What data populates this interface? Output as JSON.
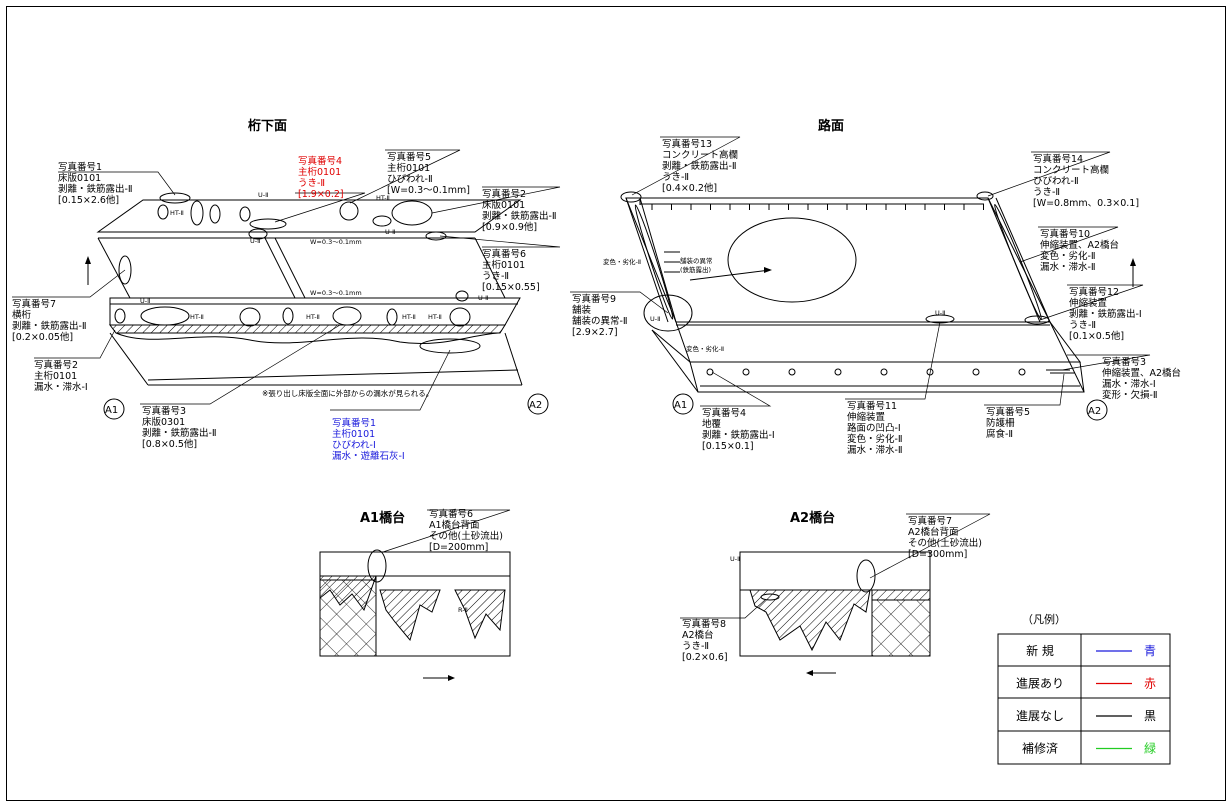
{
  "sections": {
    "under_deck": "桁下面",
    "road_surface": "路面",
    "a1_abutment": "A1橋台",
    "a2_abutment": "A2橋台"
  },
  "markers": {
    "a1": "A1",
    "a2": "A2"
  },
  "under_deck_callouts": [
    {
      "id": "p1",
      "lines": [
        "写真番号1",
        "床版0101",
        "剥離・鉄筋露出-Ⅱ",
        "[0.15×2.6他]"
      ],
      "color": "black"
    },
    {
      "id": "p4",
      "lines": [
        "写真番号4",
        "主桁0101",
        "うき-Ⅱ",
        "[1.9×0.2]"
      ],
      "color": "red"
    },
    {
      "id": "p5",
      "lines": [
        "写真番号5",
        "主桁0101",
        "ひびわれ-Ⅱ",
        "[W=0.3～0.1mm]"
      ],
      "color": "black"
    },
    {
      "id": "p2",
      "lines": [
        "写真番号2",
        "床版0101",
        "剥離・鉄筋露出-Ⅱ",
        "[0.9×0.9他]"
      ],
      "color": "black"
    },
    {
      "id": "p6",
      "lines": [
        "写真番号6",
        "主桁0101",
        "うき-Ⅱ",
        "[0.15×0.55]"
      ],
      "color": "black"
    },
    {
      "id": "p7",
      "lines": [
        "写真番号7",
        "横桁",
        "剥離・鉄筋露出-Ⅱ",
        "[0.2×0.05他]"
      ],
      "color": "black"
    },
    {
      "id": "p2b",
      "lines": [
        "写真番号2",
        "主桁0101",
        "漏水・滞水-Ⅰ"
      ],
      "color": "black"
    },
    {
      "id": "p3",
      "lines": [
        "写真番号3",
        "床版0301",
        "剥離・鉄筋露出-Ⅱ",
        "[0.8×0.5他]"
      ],
      "color": "black"
    },
    {
      "id": "p1b",
      "lines": [
        "写真番号1",
        "主桁0101",
        "ひびわれ-Ⅰ",
        "漏水・遊離石灰-Ⅰ"
      ],
      "color": "blue"
    }
  ],
  "under_deck_note": "※張り出し床版全面に外部からの漏水が見られる。",
  "road_callouts": [
    {
      "id": "r13",
      "lines": [
        "写真番号13",
        "コンクリート高欄",
        "剥離・鉄筋露出-Ⅱ",
        "うき-Ⅱ",
        "[0.4×0.2他]"
      ]
    },
    {
      "id": "r14",
      "lines": [
        "写真番号14",
        "コンクリート高欄",
        "ひびわれ-Ⅱ",
        "うき-Ⅱ",
        "[W=0.8mm、0.3×0.1]"
      ]
    },
    {
      "id": "r10",
      "lines": [
        "写真番号10",
        "伸縮装置、A2橋台",
        "変色・劣化-Ⅱ",
        "漏水・滞水-Ⅱ"
      ]
    },
    {
      "id": "r12",
      "lines": [
        "写真番号12",
        "伸縮装置",
        "剥離・鉄筋露出-Ⅰ",
        "うき-Ⅱ",
        "[0.1×0.5他]"
      ]
    },
    {
      "id": "r3",
      "lines": [
        "写真番号3",
        "伸縮装置、A2橋台",
        "漏水・滞水-Ⅰ",
        "変形・欠損-Ⅱ"
      ]
    },
    {
      "id": "r9",
      "lines": [
        "写真番号9",
        "舗装",
        "舗装の異常-Ⅱ",
        "[2.9×2.7]"
      ]
    },
    {
      "id": "r4",
      "lines": [
        "写真番号4",
        "地覆",
        "剥離・鉄筋露出-Ⅰ",
        "[0.15×0.1]"
      ]
    },
    {
      "id": "r11",
      "lines": [
        "写真番号11",
        "伸縮装置",
        "路面の凹凸-Ⅰ",
        "変色・劣化-Ⅱ",
        "漏水・滞水-Ⅱ"
      ]
    },
    {
      "id": "r5",
      "lines": [
        "写真番号5",
        "防護柵",
        "腐食-Ⅱ"
      ]
    }
  ],
  "abutment_callouts": [
    {
      "id": "a6",
      "lines": [
        "写真番号6",
        "A1橋台背面",
        "その他(土砂流出)",
        "[D=200mm]"
      ]
    },
    {
      "id": "a7",
      "lines": [
        "写真番号7",
        "A2橋台背面",
        "その他(土砂流出)",
        "[D=300mm]"
      ]
    },
    {
      "id": "a8",
      "lines": [
        "写真番号8",
        "A2橋台",
        "うき-Ⅱ",
        "[0.2×0.6]"
      ]
    }
  ],
  "small_labels": {
    "u2": "U-Ⅱ",
    "ht2": "HT-Ⅱ",
    "r2": "R-Ⅱ",
    "crack_w": "W=0.3～0.1mm",
    "discolor": "変色・劣化-Ⅱ",
    "pave_abn": "舗装の異常",
    "pave_sub": "(鉄筋露出)"
  },
  "legend": {
    "title": "（凡例）",
    "rows": [
      {
        "label": "新 規",
        "color_name": "青",
        "color": "#1a1adc"
      },
      {
        "label": "進展あり",
        "color_name": "赤",
        "color": "#e00000"
      },
      {
        "label": "進展なし",
        "color_name": "黒",
        "color": "#000000"
      },
      {
        "label": "補修済",
        "color_name": "緑",
        "color": "#22cc22"
      }
    ]
  }
}
